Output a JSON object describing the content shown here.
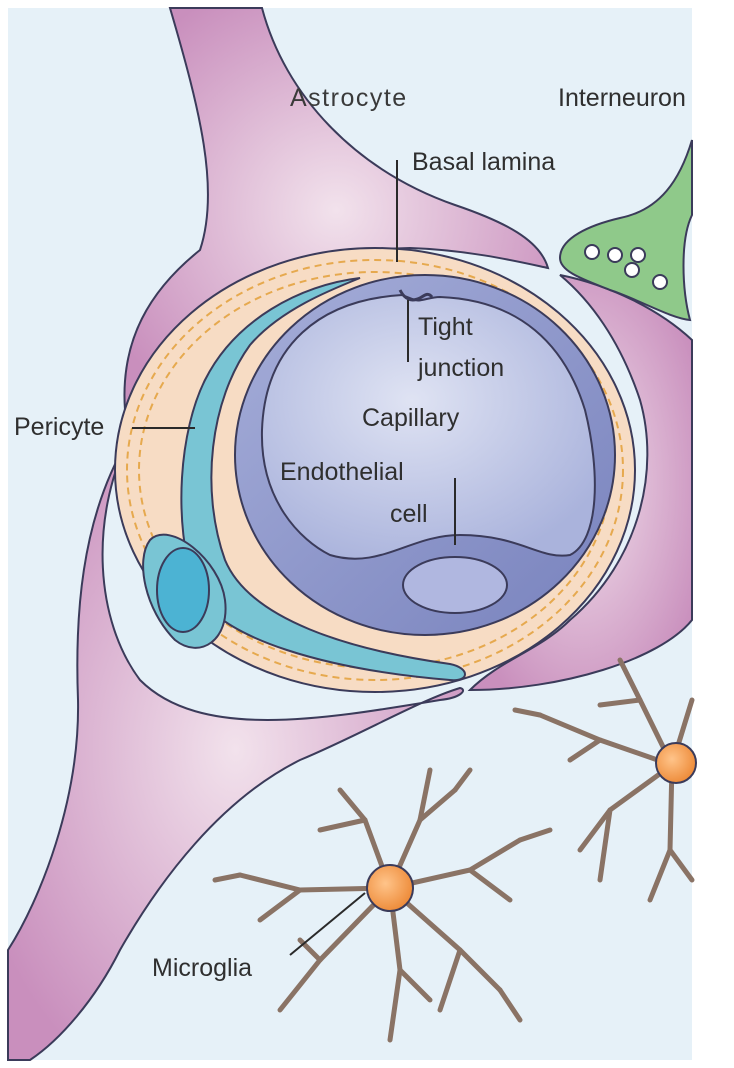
{
  "colors": {
    "background": "#e6f1f8",
    "astrocyte": "#c98fbd",
    "astrocyte_light": "#ead2e3",
    "basal_lamina": "#f7dcc4",
    "basal_lamina_dash": "#e6a94e",
    "pericyte": "#79c5d4",
    "endothelial": "#8c96cb",
    "lumen": "#c9d0ea",
    "interneuron": "#8fc98a",
    "microglia_process": "#8a7365",
    "microglia_body": "#f4a25c",
    "outline": "#3b3b5a"
  },
  "labels": {
    "astrocyte": "Astrocyte",
    "interneuron": "Interneuron",
    "basal_lamina": "Basal lamina",
    "tight_junction_line1": "Tight",
    "tight_junction_line2": "junction",
    "capillary": "Capillary",
    "endothelial_line1": "Endothelial",
    "endothelial_line2": "cell",
    "pericyte": "Pericyte",
    "microglia": "Microglia"
  }
}
